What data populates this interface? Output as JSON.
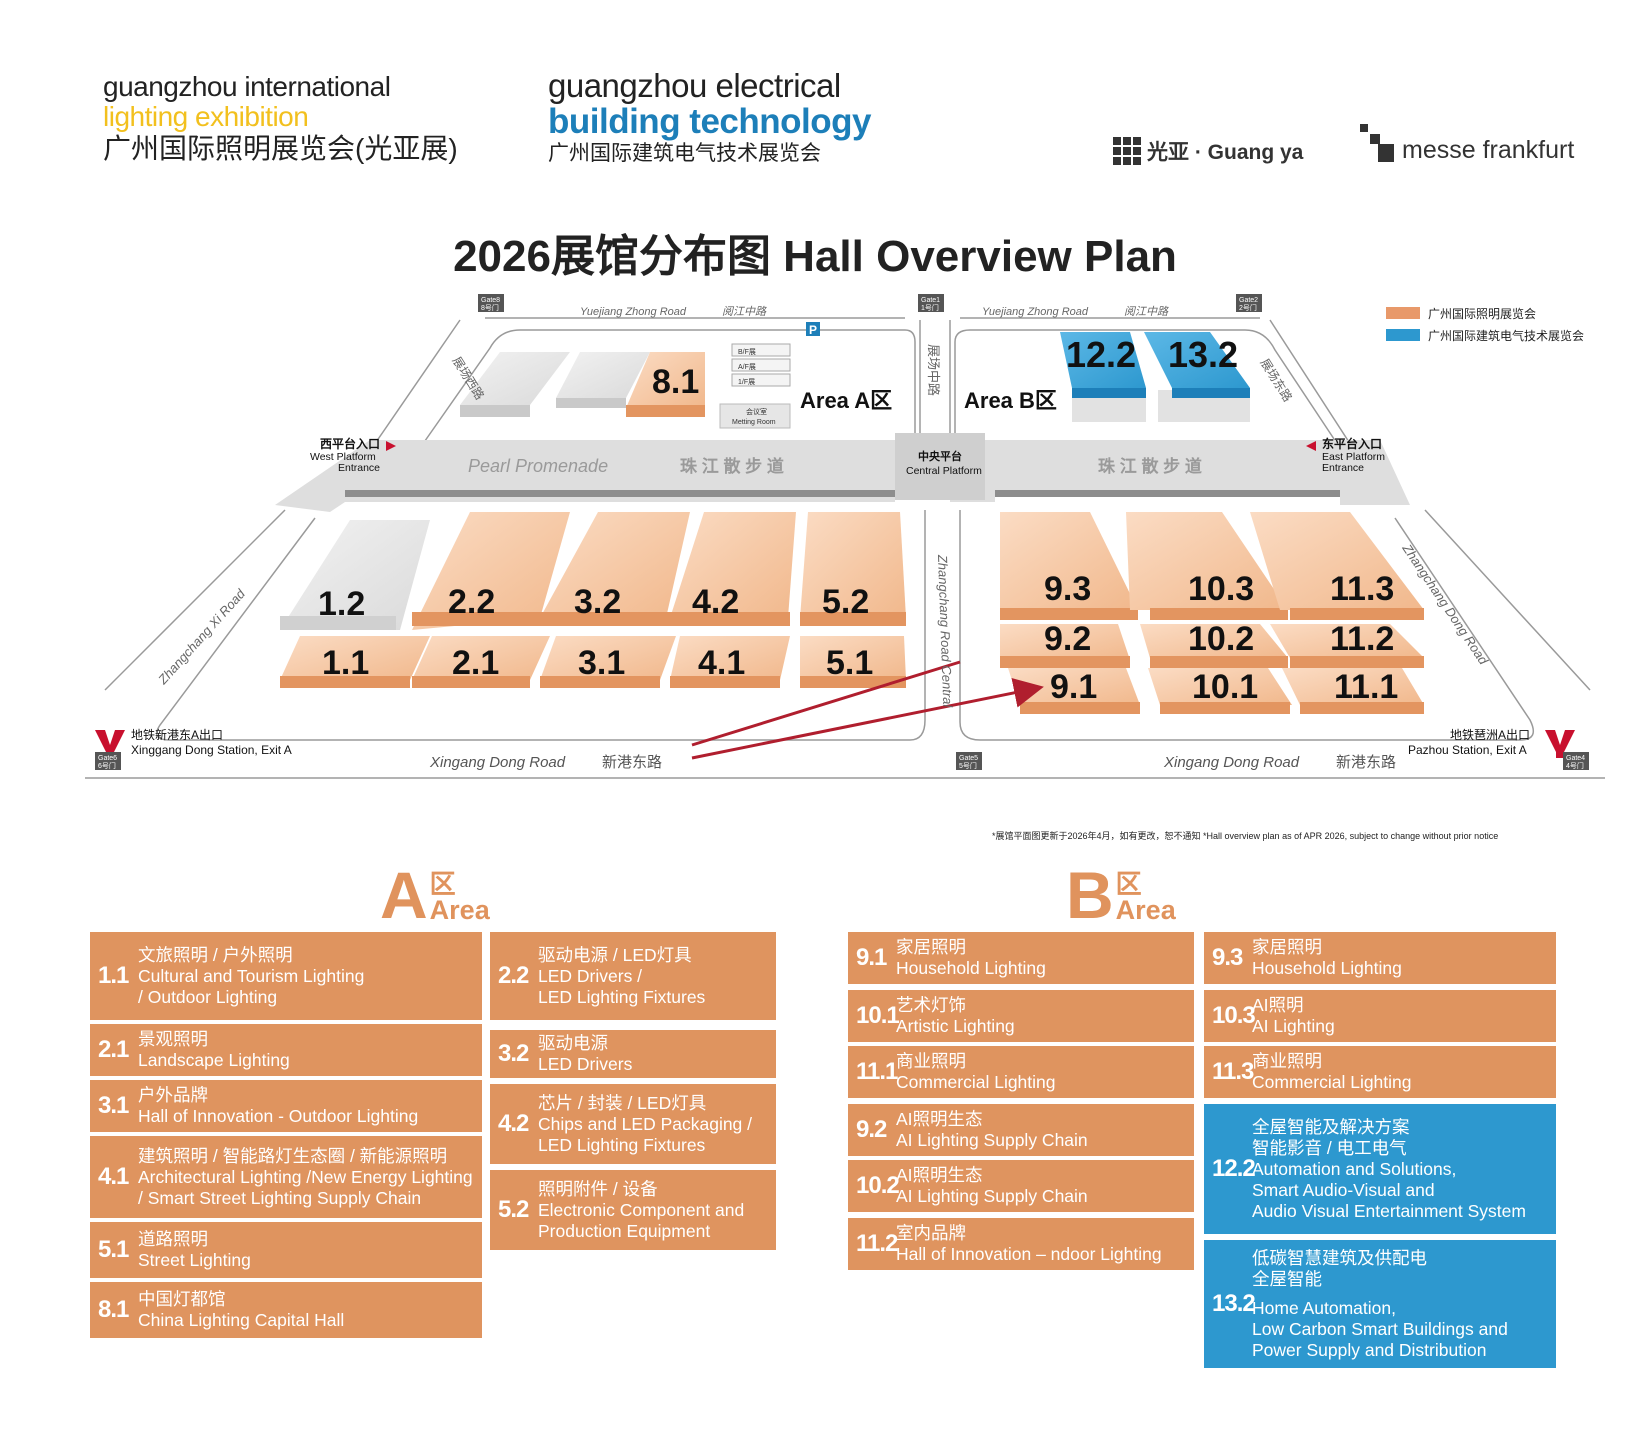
{
  "header": {
    "logo1_line1": "guangzhou international",
    "logo1_line2": "lighting exhibition",
    "logo1_cn": "广州国际照明展览会(光亚展)",
    "logo2_line1": "guangzhou electrical",
    "logo2_line2": "building technology",
    "logo2_cn": "广州国际建筑电气技术展览会",
    "guangya": "光亚 · Guang ya",
    "messe": "messe frankfurt",
    "title": "2026展馆分布图 Hall Overview Plan",
    "colors": {
      "yellow": "#f2c01e",
      "blue": "#1d7fb9",
      "orange": "#df945f",
      "cyan": "#2d98cf"
    }
  },
  "legend": [
    {
      "label": "广州国际照明展览会",
      "color": "#e8996a"
    },
    {
      "label": "广州国际建筑电气技术展览会",
      "color": "#2d98cf"
    }
  ],
  "map": {
    "road_top_a": "Yuejiang Zhong Road",
    "road_top_a_cn": "阅江中路",
    "road_top_b": "Yuejiang Zhong Road",
    "road_top_b_cn": "阅江中路",
    "road_bottom_a": "Xingang Dong Road",
    "road_bottom_a_cn": "新港东路",
    "road_bottom_b": "Xingang Dong Road",
    "road_bottom_b_cn": "新港东路",
    "west_road": "Zhangchang Xi Road",
    "east_road": "Zhangchang Dong Road",
    "central_road": "Zhangchang Road Central",
    "west_road_cn": "展场西路",
    "central_road_cn": "展场中路",
    "east_road_cn": "展场东路",
    "promenade_en": "Pearl Promenade",
    "promenade_cn_a": "珠 江 散 步 道",
    "promenade_cn_b": "珠 江 散 步 道",
    "west_entrance_cn": "西平台入口",
    "west_entrance_en1": "West Platform",
    "west_entrance_en2": "Entrance",
    "east_entrance_cn": "东平台入口",
    "east_entrance_en1": "East Platform",
    "east_entrance_en2": "Entrance",
    "central_cn": "中央平台",
    "central_en": "Central Platform",
    "area_a": "Area A区",
    "area_b": "Area B区",
    "metro_w_cn": "地铁新港东A出口",
    "metro_w_en": "Xinggang Dong Station, Exit A",
    "metro_e_cn": "地铁琶洲A出口",
    "metro_e_en": "Pazhou Station, Exit A",
    "gates": [
      "Gate8",
      "8号门",
      "Gate1",
      "1号门",
      "Gate2",
      "2号门",
      "Gate6",
      "6号门",
      "Gate5",
      "5号门",
      "Gate4",
      "4号门"
    ],
    "parking": "P",
    "floors": [
      "B/F展",
      "A/F展",
      "1/F展"
    ],
    "meeting_cn": "会议室",
    "meeting_en": "Metting Room",
    "halls": {
      "h81": "8.1",
      "h12": "1.2",
      "h11": "1.1",
      "h22": "2.2",
      "h21": "2.1",
      "h32": "3.2",
      "h31": "3.1",
      "h42": "4.2",
      "h41": "4.1",
      "h52": "5.2",
      "h51": "5.1",
      "h93": "9.3",
      "h92": "9.2",
      "h91": "9.1",
      "h103": "10.3",
      "h102": "10.2",
      "h101": "10.1",
      "h113": "11.3",
      "h112": "11.2",
      "h111": "11.1",
      "h122": "12.2",
      "h132": "13.2"
    },
    "note": "*展馆平面图更新于2026年4月，如有更改，恕不通知  *Hall overview plan as of APR 2026, subject to change without prior notice"
  },
  "area_a": {
    "letter": "A",
    "cn": "区",
    "en": "Area"
  },
  "area_b": {
    "letter": "B",
    "cn": "区",
    "en": "Area"
  },
  "boxes_a_left": [
    {
      "num": "1.1",
      "lines": [
        "文旅照明 / 户外照明",
        "Cultural and Tourism Lighting",
        "/ Outdoor Lighting"
      ]
    },
    {
      "num": "2.1",
      "lines": [
        "景观照明",
        "Landscape Lighting"
      ]
    },
    {
      "num": "3.1",
      "lines": [
        "户外品牌",
        "Hall of Innovation - Outdoor Lighting"
      ]
    },
    {
      "num": "4.1",
      "lines": [
        "建筑照明 / 智能路灯生态圈 / 新能源照明",
        "Architectural Lighting /New Energy Lighting",
        "/ Smart Street Lighting Supply Chain"
      ]
    },
    {
      "num": "5.1",
      "lines": [
        "道路照明",
        "Street Lighting"
      ]
    },
    {
      "num": "8.1",
      "lines": [
        "中国灯都馆",
        "China Lighting Capital Hall"
      ]
    }
  ],
  "boxes_a_right": [
    {
      "num": "2.2",
      "lines": [
        "驱动电源 / LED灯具",
        "LED Drivers /",
        "LED Lighting Fixtures"
      ]
    },
    {
      "num": "3.2",
      "lines": [
        "驱动电源",
        "LED Drivers"
      ]
    },
    {
      "num": "4.2",
      "lines": [
        "芯片 / 封装 / LED灯具",
        "Chips and LED Packaging /",
        "LED Lighting Fixtures"
      ]
    },
    {
      "num": "5.2",
      "lines": [
        "照明附件 / 设备",
        "Electronic Component and",
        "Production Equipment"
      ]
    }
  ],
  "boxes_b_left": [
    {
      "num": "9.1",
      "lines": [
        "家居照明",
        "Household Lighting"
      ]
    },
    {
      "num": "10.1",
      "lines": [
        "艺术灯饰",
        "Artistic Lighting"
      ]
    },
    {
      "num": "11.1",
      "lines": [
        "商业照明",
        "Commercial Lighting"
      ]
    },
    {
      "num": "9.2",
      "lines": [
        "AI照明生态",
        "AI Lighting Supply Chain"
      ]
    },
    {
      "num": "10.2",
      "lines": [
        "AI照明生态",
        "AI Lighting Supply Chain"
      ]
    },
    {
      "num": "11.2",
      "lines": [
        "室内品牌",
        "Hall of Innovation – ndoor Lighting"
      ]
    }
  ],
  "boxes_b_right": [
    {
      "num": "9.3",
      "lines": [
        "家居照明",
        "Household Lighting"
      ]
    },
    {
      "num": "10.3",
      "lines": [
        "AI照明",
        "AI Lighting"
      ]
    },
    {
      "num": "11.3",
      "lines": [
        "商业照明",
        "Commercial Lighting"
      ]
    },
    {
      "num": "12.2",
      "lines": [
        "全屋智能及解决方案",
        "智能影音 / 电工电气",
        "Automation and Solutions,",
        "Smart Audio-Visual and",
        "Audio Visual Entertainment System"
      ]
    },
    {
      "num": "13.2",
      "lines": [
        "低碳智慧建筑及供配电",
        "全屋智能",
        "",
        "Home Automation,",
        "Low Carbon Smart Buildings and",
        "Power Supply and Distribution"
      ]
    }
  ]
}
